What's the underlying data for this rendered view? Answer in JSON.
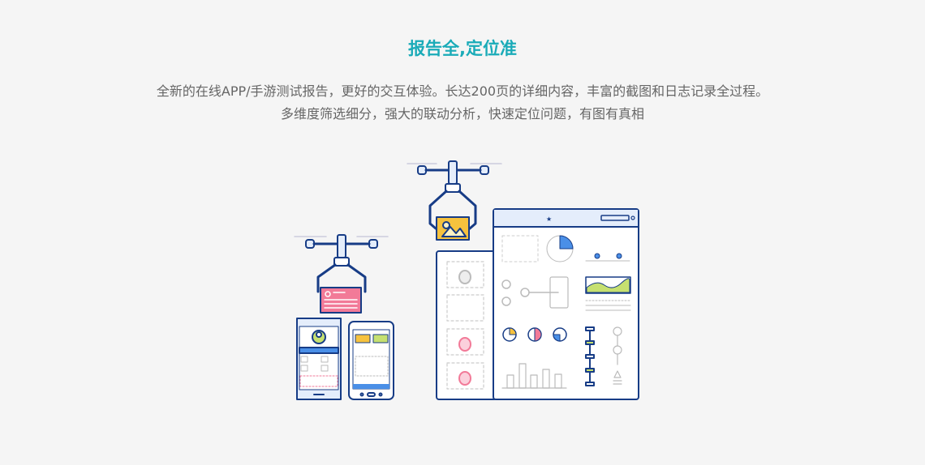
{
  "section": {
    "title": "报告全,定位准",
    "description_line1": "全新的在线APP/手游测试报告，更好的交互体验。长达200页的详细内容，丰富的截图和日志记录全过程。",
    "description_line2": "多维度筛选细分，强大的联动分析，快速定位问题，有图有真相"
  },
  "colors": {
    "accent": "#1aabb8",
    "outline": "#173c86",
    "light_blue": "#e4edfb",
    "yellow": "#f6c23e",
    "pink": "#f27a98",
    "green": "#c6e070",
    "blue": "#4a8fe7"
  }
}
